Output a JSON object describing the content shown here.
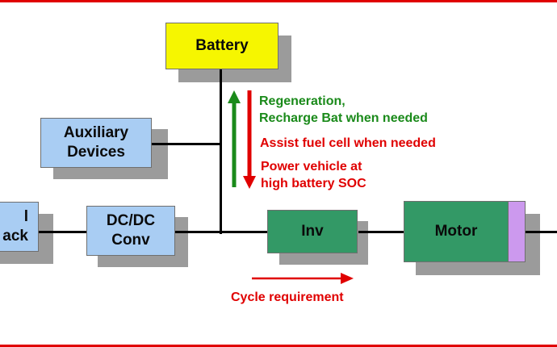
{
  "diagram": {
    "nodes": {
      "battery": {
        "label": "Battery"
      },
      "auxiliary": {
        "label": "Auxiliary\nDevices"
      },
      "fuel_cell": {
        "label": "l\nack"
      },
      "dcdc": {
        "label": "DC/DC\nConv"
      },
      "inverter": {
        "label": "Inv"
      },
      "motor": {
        "label": "Motor"
      }
    },
    "annotations": {
      "regeneration": "Regeneration,\nRecharge Bat when needed",
      "assist": "Assist fuel cell when needed",
      "power_vehicle": "Power vehicle at\nhigh battery SOC",
      "cycle": "Cycle requirement"
    },
    "colors": {
      "frame": "#e00000",
      "battery": "#f6f600",
      "component_blue": "#a9cdf3",
      "component_green": "#339966",
      "motor_strip": "#cc99ee",
      "shadow": "#9b9b9b",
      "arrow_green": "#1a8a1a",
      "arrow_red": "#e00000"
    }
  }
}
